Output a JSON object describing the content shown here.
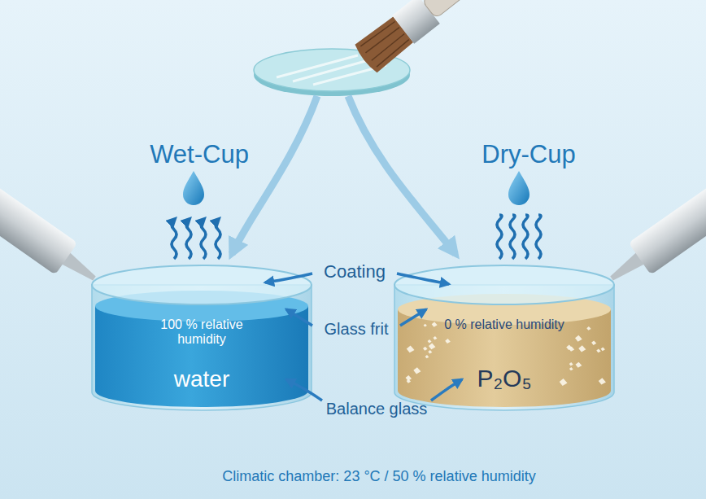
{
  "diagram": {
    "caption": "Climatic chamber: 23 °C / 50 % relative humidity",
    "nodes": [
      {
        "text": [
          "100 % relative humidity",
          "water"
        ]
      },
      {
        "text": [
          "0 % relative humidity",
          "P₂O₅"
        ]
      }
    ],
    "labels": [
      "Wet-Cup",
      "Dry-Cup",
      "Coating",
      "Glass frit",
      "Balance glass"
    ]
  }
}
